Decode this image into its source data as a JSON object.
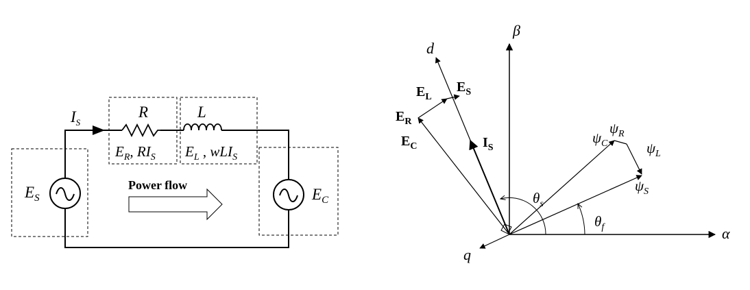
{
  "circuit": {
    "current": {
      "main": "I",
      "sub": "S"
    },
    "resistor": {
      "name": "R",
      "drop1": {
        "main": "E",
        "sub": "R"
      },
      "sep": ", ",
      "drop2": {
        "main": "RI",
        "sub": "S"
      }
    },
    "inductor": {
      "name": "L",
      "drop1": {
        "main": "E",
        "sub": "L"
      },
      "sep": " , ",
      "drop2": {
        "main": "wLI",
        "sub": "S"
      }
    },
    "source_left": {
      "main": "E",
      "sub": "S"
    },
    "source_right": {
      "main": "E",
      "sub": "C"
    },
    "power_flow": "Power flow"
  },
  "phasor": {
    "axes": {
      "alpha": "α",
      "beta": "β",
      "d": "d",
      "q": "q"
    },
    "voltages": {
      "EL": {
        "main": "E",
        "sub": "L"
      },
      "ES": {
        "main": "E",
        "sub": "S"
      },
      "ER": {
        "main": "E",
        "sub": "R"
      },
      "EC": {
        "main": "E",
        "sub": "C"
      },
      "IS": {
        "main": "I",
        "sub": "S"
      }
    },
    "fluxes": {
      "psiC": {
        "main": "ψ",
        "sub": "C"
      },
      "psiR": {
        "main": "ψ",
        "sub": "R"
      },
      "psiL": {
        "main": "ψ",
        "sub": "L"
      },
      "psiS": {
        "main": "ψ",
        "sub": "S"
      }
    },
    "angles": {
      "theta_s": {
        "main": "θ",
        "sub": "s"
      },
      "theta_f": {
        "main": "θ",
        "sub": "f"
      }
    }
  }
}
